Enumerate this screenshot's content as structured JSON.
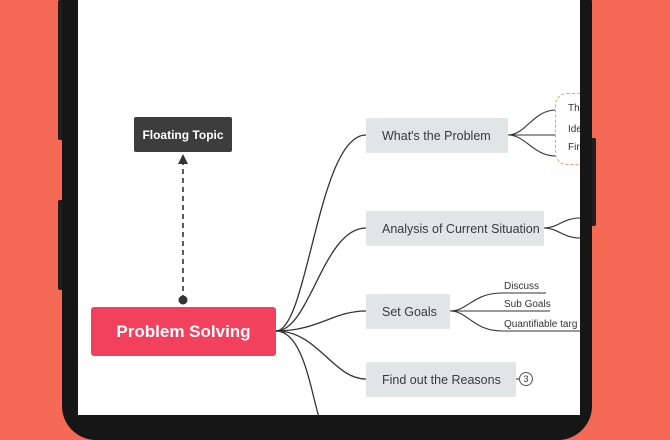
{
  "floating_topic": "Floating Topic",
  "central_topic": "Problem Solving",
  "branches": [
    {
      "label": "What's the Problem"
    },
    {
      "label": "Analysis of Current Situation"
    },
    {
      "label": "Set Goals",
      "children": [
        "Discuss",
        "Sub Goals",
        "Quantifiable targ"
      ]
    },
    {
      "label": "Find out the Reasons",
      "badge": "3"
    }
  ],
  "problem_subtopics_truncated": [
    "Th",
    "Ide",
    "Fir"
  ],
  "colors": {
    "background": "#f46a55",
    "central_topic": "#f2415d",
    "floating_topic": "#3d3d3d",
    "branch_fill": "#e1e5e6",
    "dashed_boundary": "#f0a46a"
  }
}
